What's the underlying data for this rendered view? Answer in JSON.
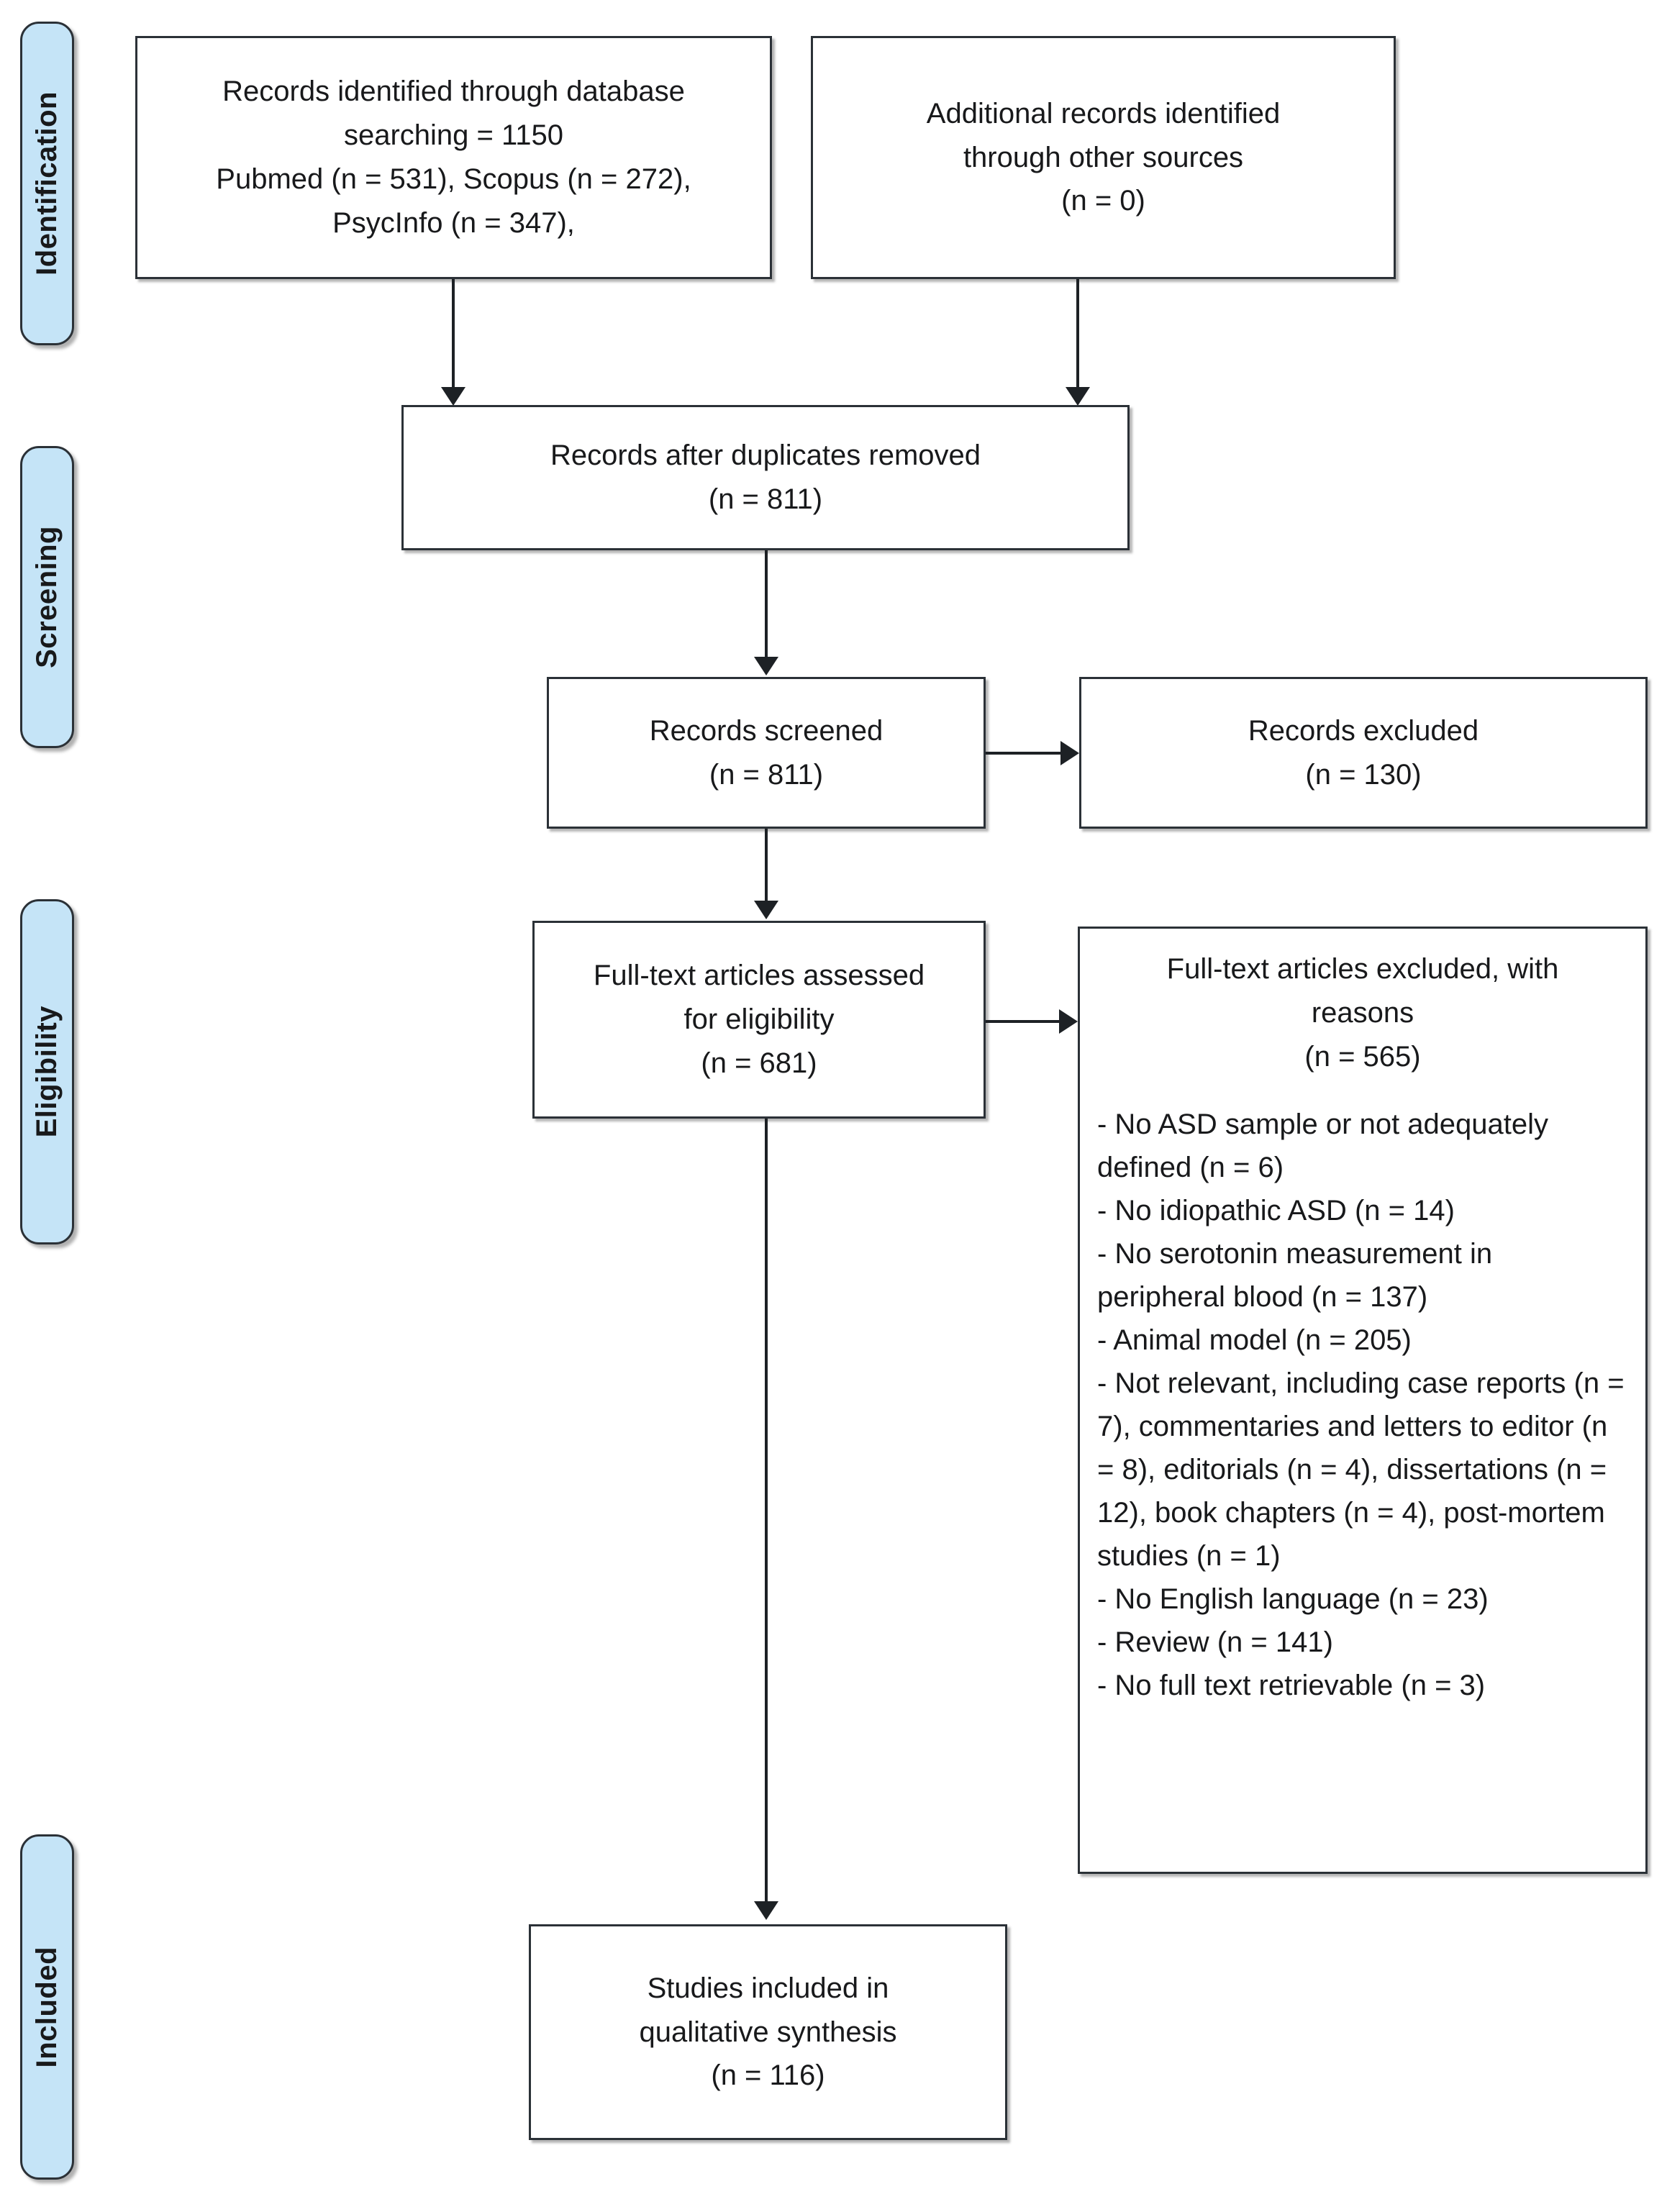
{
  "diagram": {
    "title": "PRISMA flow diagram",
    "accent_color": "#c5e4f7",
    "line_color": "#1d2125",
    "box_border_color": "#2b3137"
  },
  "stages": [
    {
      "id": "identification",
      "label": "Identification"
    },
    {
      "id": "screening",
      "label": "Screening"
    },
    {
      "id": "eligibility",
      "label": "Eligibility"
    },
    {
      "id": "included",
      "label": "Included"
    }
  ],
  "boxes": {
    "database_records": {
      "lines": [
        "Records identified through database",
        "searching = 1150",
        "Pubmed (n = 531), Scopus (n = 272),",
        "PsycInfo (n = 347),"
      ]
    },
    "other_records": {
      "lines": [
        "Additional records identified",
        "through other sources",
        "(n = 0)"
      ]
    },
    "duplicates_removed": {
      "lines": [
        "Records after duplicates removed",
        "(n = 811)"
      ]
    },
    "records_screened": {
      "lines": [
        "Records screened",
        "(n = 811)"
      ]
    },
    "records_excluded": {
      "lines": [
        "Records excluded",
        "(n = 130)"
      ]
    },
    "fulltext_assessed": {
      "lines": [
        "Full-text articles assessed",
        "for eligibility",
        "(n = 681)"
      ]
    },
    "fulltext_excluded": {
      "heading_lines": [
        "Full-text articles excluded, with",
        "reasons",
        "(n = 565)"
      ],
      "reasons": [
        "- No ASD sample or not adequately defined (n = 6)",
        "- No idiopathic ASD (n = 14)",
        "- No serotonin measurement in peripheral blood (n = 137)",
        "- Animal model (n = 205)",
        "- Not relevant, including case reports (n = 7), commentaries and letters to editor (n = 8), editorials (n = 4), dissertations (n = 12), book chapters (n = 4), post-mortem studies (n = 1)",
        "- No English language (n = 23)",
        "- Review (n = 141)",
        "- No full text retrievable (n = 3)"
      ]
    },
    "studies_included": {
      "lines": [
        "Studies included in",
        "qualitative synthesis",
        "(n = 116)"
      ]
    }
  }
}
